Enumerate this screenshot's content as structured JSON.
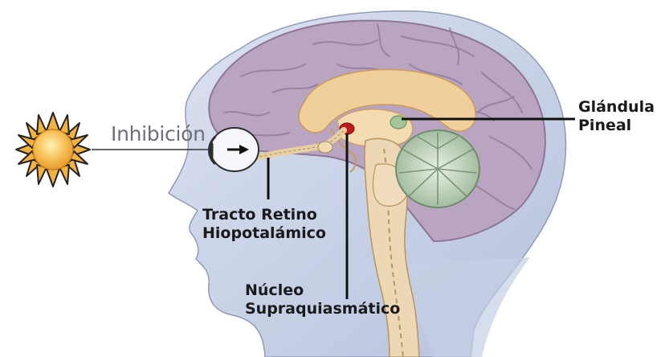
{
  "labels": {
    "inhibition": "Inhibición",
    "pineal": [
      "Glándula",
      "Pineal"
    ],
    "tract": [
      "Tracto Retino",
      "Hiopotalámico"
    ],
    "nucleus": [
      "Núcleo",
      "Supraquiasmático"
    ]
  },
  "colors": {
    "head_skin": "#c8d2e8",
    "brain": "#b9a5c2",
    "limbic": "#f0cf9a",
    "brainstem": "#ecd8b5",
    "cerebellum": "#b7ccb0",
    "nucleus": "#c0191f",
    "sun": "#f3b142",
    "sun_rays": "#2a2a2a",
    "leader_lines": "#111111"
  }
}
